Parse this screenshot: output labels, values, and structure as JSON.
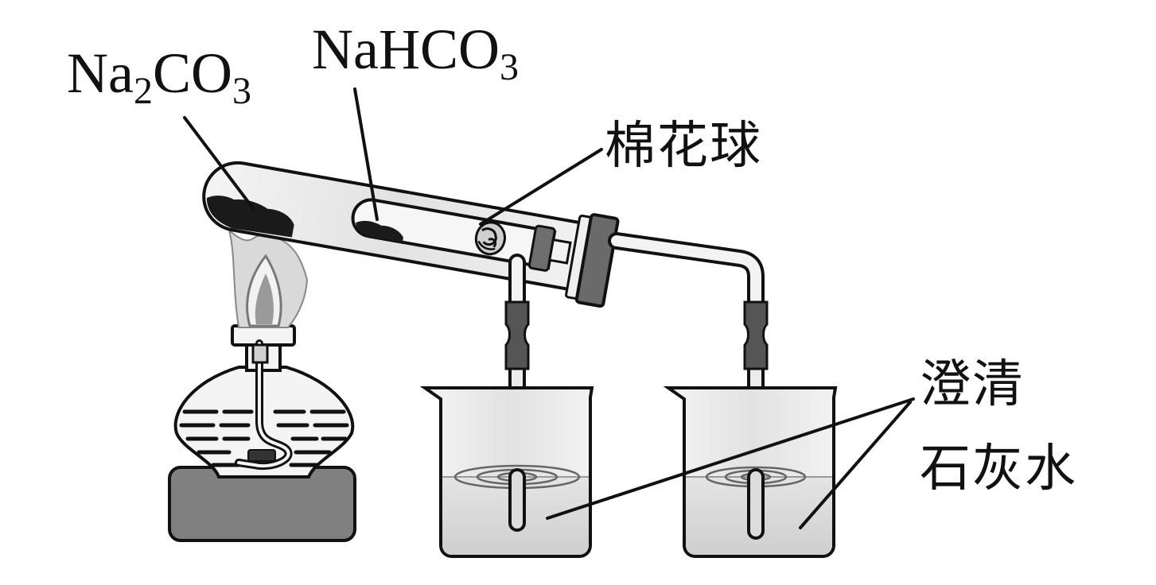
{
  "labels": {
    "na2co3": {
      "main": "Na",
      "sub1": "2",
      "mid": "CO",
      "sub2": "3"
    },
    "nahco3": {
      "main": "NaHCO",
      "sub": "3"
    },
    "cotton": "棉花球",
    "limewater_line1": "澄清",
    "limewater_line2": "石灰水"
  },
  "colors": {
    "outline": "#111111",
    "glass": "#e8e8e8",
    "solution": "#d4d4d4",
    "rubber": "#555555",
    "base": "#808080",
    "flame_outer": "#d9d9d9",
    "flame_inner": "#8a8a8a",
    "powder": "#1a1a1a"
  }
}
